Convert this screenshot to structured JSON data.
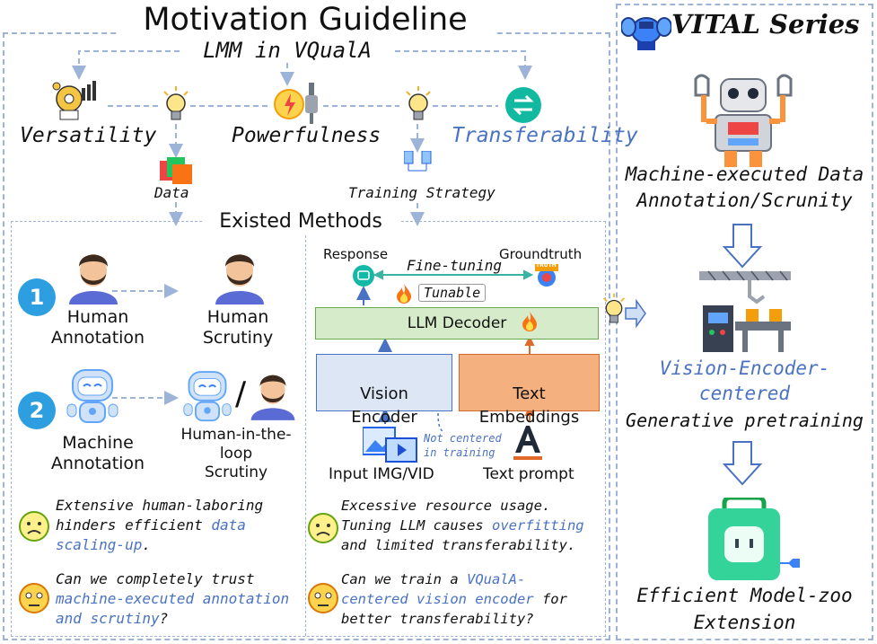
{
  "title": "Motivation Guideline",
  "subtitle": "LMM in VQualA",
  "attributes": {
    "versatility": "Versatility",
    "powerfulness": "Powerfulness",
    "transferability": "Transferability"
  },
  "data_label": "Data",
  "training_strategy_label": "Training Strategy",
  "existed_methods": "Existed Methods",
  "left": {
    "step1": "1",
    "human_annotation": "Human\nAnnotation",
    "human_scrutiny": "Human\nScrutiny",
    "step2": "2",
    "machine_annotation": "Machine\nAnnotation",
    "slash": "/",
    "hitl_scrutiny": "Human-in-the-\nloop\nScrutiny",
    "issue1_pre": "Extensive human-laboring hinders efficient ",
    "issue1_hl": "data scaling-up",
    "issue1_post": ".",
    "issue2_pre": "Can we completely trust ",
    "issue2_hl": "machine-executed annotation and scrutiny",
    "issue2_post": "?"
  },
  "middle": {
    "response": "Response",
    "groundtruth": "Groundtruth",
    "truth_tag": "TRUTH",
    "fine_tuning": "Fine-tuning",
    "tunable": "Tunable",
    "llm_decoder": "LLM Decoder",
    "vision_encoder": "Vision\nEncoder",
    "text_embeddings": "Text\nEmbeddings",
    "not_centered": "Not centered\nin training",
    "input": "Input IMG/VID",
    "text_prompt": "Text prompt",
    "issue1_a": "Excessive resource usage.",
    "issue1_b": "Tuning LLM causes ",
    "issue1_hl": "overfitting",
    "issue1_c": "and limited transferability.",
    "issue2_pre": "Can we train a ",
    "issue2_hl": "VQualA-centered vision encoder",
    "issue2_post": " for better transferability?"
  },
  "right": {
    "title": "VITAL Series",
    "step1": "Machine-executed Data\nAnnotation/Scrunity",
    "step2_hl": "Vision-Encoder-\ncentered",
    "step2": "Generative pretraining",
    "step3": "Efficient Model-zoo\nExtension"
  },
  "colors": {
    "dash": "#9db4d8",
    "accent_blue": "#4a72c2",
    "decoder_fill": "#d6ebc9",
    "encoder_fill": "#dce6f4",
    "embed_fill": "#f5b07f",
    "badge_blue": "#2d9fe0"
  }
}
